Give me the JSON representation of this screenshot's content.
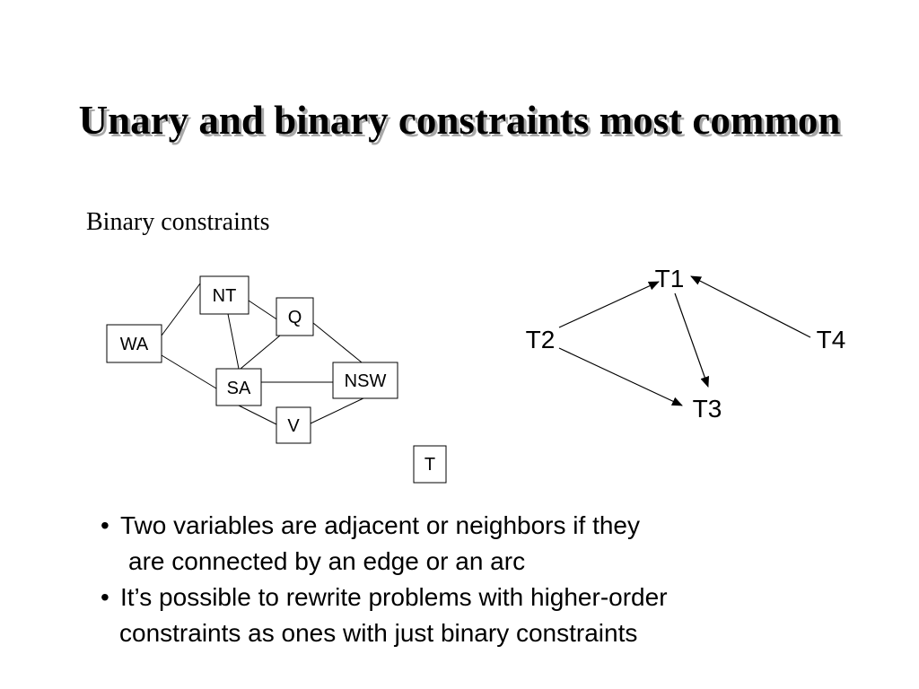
{
  "title": "Unary and binary constraints most common",
  "subtitle": "Binary constraints",
  "map_graph": {
    "nodes": {
      "wa": "WA",
      "nt": "NT",
      "q": "Q",
      "sa": "SA",
      "nsw": "NSW",
      "v": "V",
      "t": "T"
    }
  },
  "directed_graph": {
    "nodes": {
      "t1": "T1",
      "t2": "T2",
      "t3": "T3",
      "t4": "T4"
    }
  },
  "bullets": [
    {
      "symbol": "•",
      "line1": "Two variables are adjacent or neighbors if they",
      "line2": "are connected by an edge or an arc"
    },
    {
      "symbol": "•",
      "line1": "It’s possible to rewrite problems with higher-order",
      "line2": "constraints as ones with just binary constraints"
    }
  ]
}
